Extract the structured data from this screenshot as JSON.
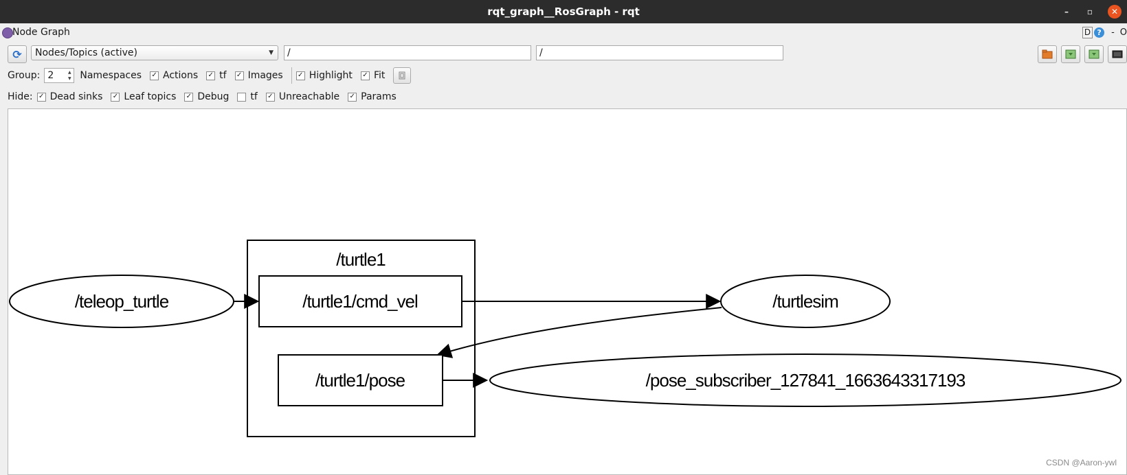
{
  "window": {
    "title": "rqt_graph__RosGraph - rqt",
    "controls": [
      "–",
      "▫",
      "✕"
    ]
  },
  "plugin": {
    "title": "Node Graph",
    "d_label": "D",
    "help_label": "?",
    "dash": "-",
    "o_label": "O"
  },
  "toolbar": {
    "view_mode": "Nodes/Topics (active)",
    "filter_node": "/",
    "filter_topic": "/",
    "group_label": "Group:",
    "group_value": "2",
    "options": [
      {
        "label": "Namespaces",
        "checked": false,
        "boxless": true
      },
      {
        "label": "Actions",
        "checked": true
      },
      {
        "label": "tf",
        "checked": true
      },
      {
        "label": "Images",
        "checked": true
      }
    ],
    "highlight": {
      "label": "Highlight",
      "checked": true
    },
    "fit": {
      "label": "Fit",
      "checked": true
    },
    "hide_label": "Hide:",
    "hide_options": [
      {
        "label": "Dead sinks",
        "checked": true
      },
      {
        "label": "Leaf topics",
        "checked": true
      },
      {
        "label": "Debug",
        "checked": true
      },
      {
        "label": "tf",
        "checked": false
      },
      {
        "label": "Unreachable",
        "checked": true
      },
      {
        "label": "Params",
        "checked": true
      }
    ]
  },
  "graph": {
    "namespace_box": "/turtle1",
    "nodes": {
      "teleop": "/teleop_turtle",
      "turtlesim": "/turtlesim",
      "pose_subscriber": "/pose_subscriber_127841_1663643317193"
    },
    "topics": {
      "cmd_vel": "/turtle1/cmd_vel",
      "pose": "/turtle1/pose"
    }
  },
  "watermark": "CSDN @Aaron-ywl"
}
